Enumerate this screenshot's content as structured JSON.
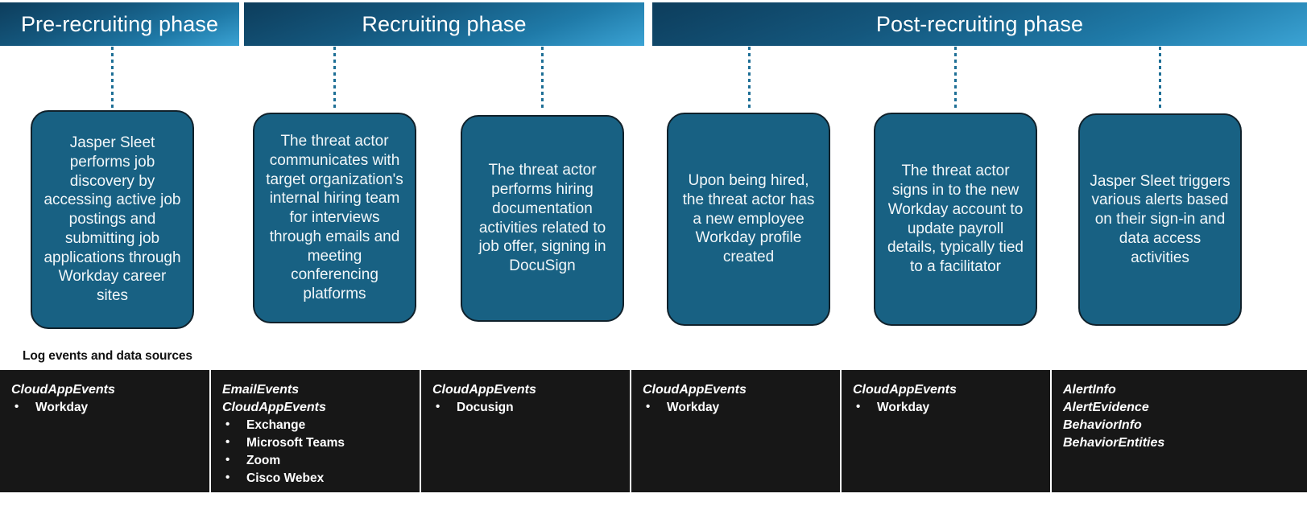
{
  "diagram": {
    "title_caption": "Log events and data sources",
    "accent_color": "#186183",
    "band_gradient_start": "#0d3d5c",
    "band_gradient_end": "#3ba3d4",
    "table_background": "#171717"
  },
  "phases": [
    {
      "label": "Pre-recruiting phase"
    },
    {
      "label": "Recruiting phase"
    },
    {
      "label": "Post-recruiting phase"
    }
  ],
  "steps": [
    {
      "text": "Jasper Sleet performs job discovery by accessing active job postings and submitting job applications through Workday career sites"
    },
    {
      "text": "The threat actor communicates with target organization's internal hiring team for interviews through emails and meeting conferencing platforms"
    },
    {
      "text": "The threat actor performs hiring documentation activities related to job offer, signing in DocuSign"
    },
    {
      "text": "Upon being hired, the threat actor has a new employee Workday profile created"
    },
    {
      "text": "The threat actor signs in to the new Workday account to update payroll details, typically tied to a facilitator"
    },
    {
      "text": "Jasper Sleet triggers various alerts based on their sign-in and data access activities"
    }
  ],
  "sources": [
    {
      "tables": [
        "CloudAppEvents"
      ],
      "items": [
        "Workday"
      ]
    },
    {
      "tables": [
        "EmailEvents",
        "CloudAppEvents"
      ],
      "items": [
        "Exchange",
        "Microsoft Teams",
        "Zoom",
        "Cisco Webex"
      ]
    },
    {
      "tables": [
        "CloudAppEvents"
      ],
      "items": [
        "Docusign"
      ]
    },
    {
      "tables": [
        "CloudAppEvents"
      ],
      "items": [
        "Workday"
      ]
    },
    {
      "tables": [
        "CloudAppEvents"
      ],
      "items": [
        "Workday"
      ]
    },
    {
      "tables": [
        "AlertInfo",
        "AlertEvidence",
        "BehaviorInfo",
        "BehaviorEntities"
      ],
      "items": []
    }
  ]
}
